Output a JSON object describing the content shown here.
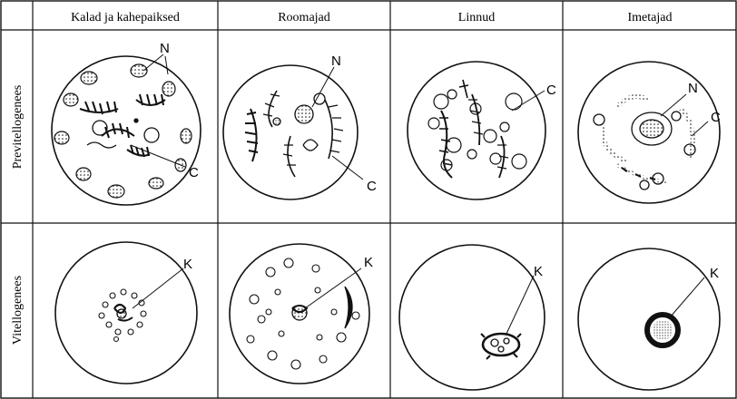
{
  "columns": [
    "Kalad ja kahepaiksed",
    "Roomajad",
    "Linnud",
    "Imetajad"
  ],
  "rows": [
    "Previtellogenees",
    "Vitellogenees"
  ],
  "labels": {
    "nucleus": "N",
    "chromosomes": "C",
    "k_marker": "K"
  }
}
